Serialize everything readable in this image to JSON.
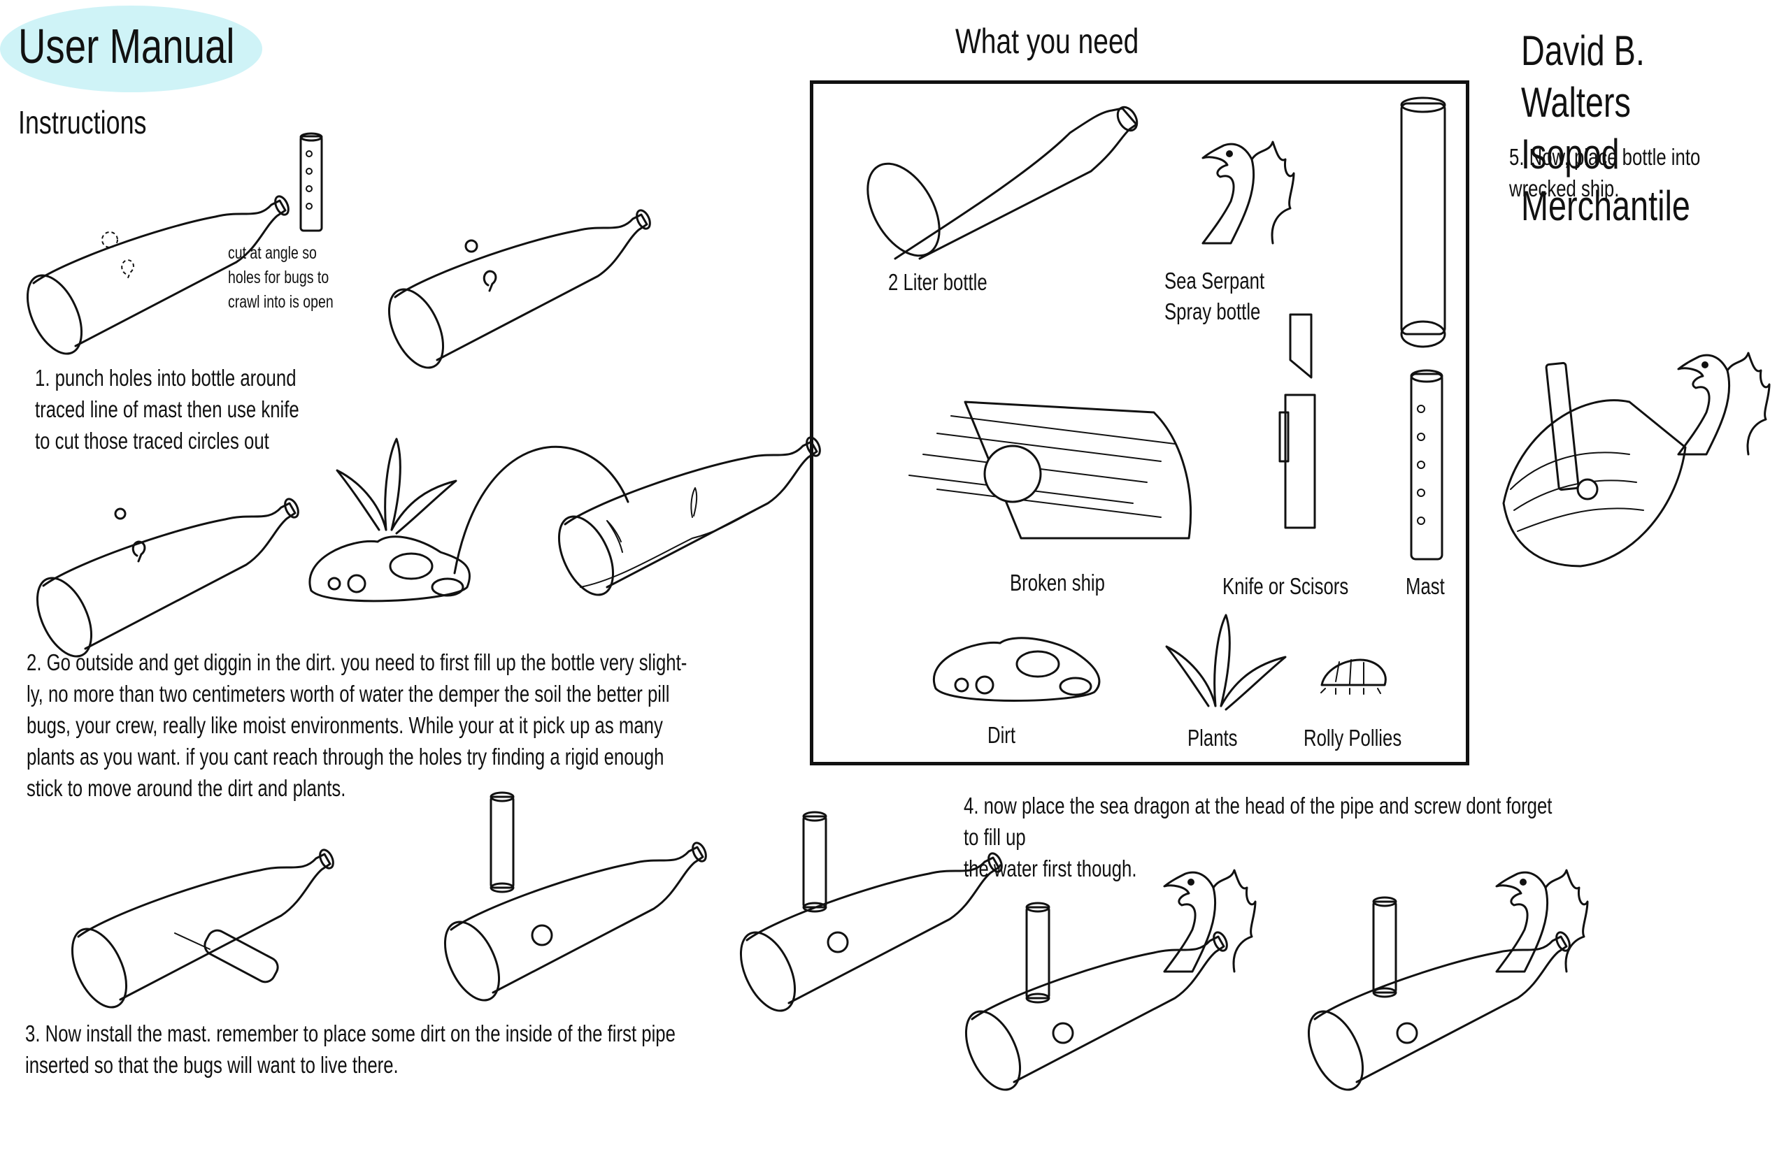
{
  "header": {
    "title": "User Manual",
    "instructions_heading": "Instructions",
    "what_you_need_heading": "What you need",
    "author_line1": "David B. Walters",
    "author_line2": "Isopod Merchantile"
  },
  "steps": {
    "cut_note": "cut at angle so\nholes for bugs to\ncrawl into is open",
    "step1": "1. punch holes into bottle around\ntraced line of mast then use knife\nto cut those traced circles out",
    "step2": "2. Go outside and get diggin in the dirt. you need to first fill up the bottle very slight-\nly, no more than two centimeters worth of water the demper the soil the better pill\nbugs, your crew, really like moist environments. While your at it pick up as many\nplants as you want. if you cant reach through the holes try finding a rigid enough\nstick to move around the dirt and plants.",
    "step3": "3. Now install the mast. remember to place some dirt on the inside of the first pipe\ninserted so that the bugs will want to live there.",
    "step4": "4. now place the sea dragon at the head of the pipe and screw dont forget to fill up\nthe water first though.",
    "step5": "5. Now, place bottle into\nwrecked ship."
  },
  "supplies": {
    "bottle": "2 Liter bottle",
    "serpent": "Sea Serpant\nSpray bottle",
    "ship": "Broken ship",
    "knife": "Knife or Scisors",
    "mast": "Mast",
    "dirt": "Dirt",
    "plants": "Plants",
    "bugs": "Rolly Pollies"
  },
  "colors": {
    "title_oval": "#cff3f7",
    "ink": "#111111"
  }
}
